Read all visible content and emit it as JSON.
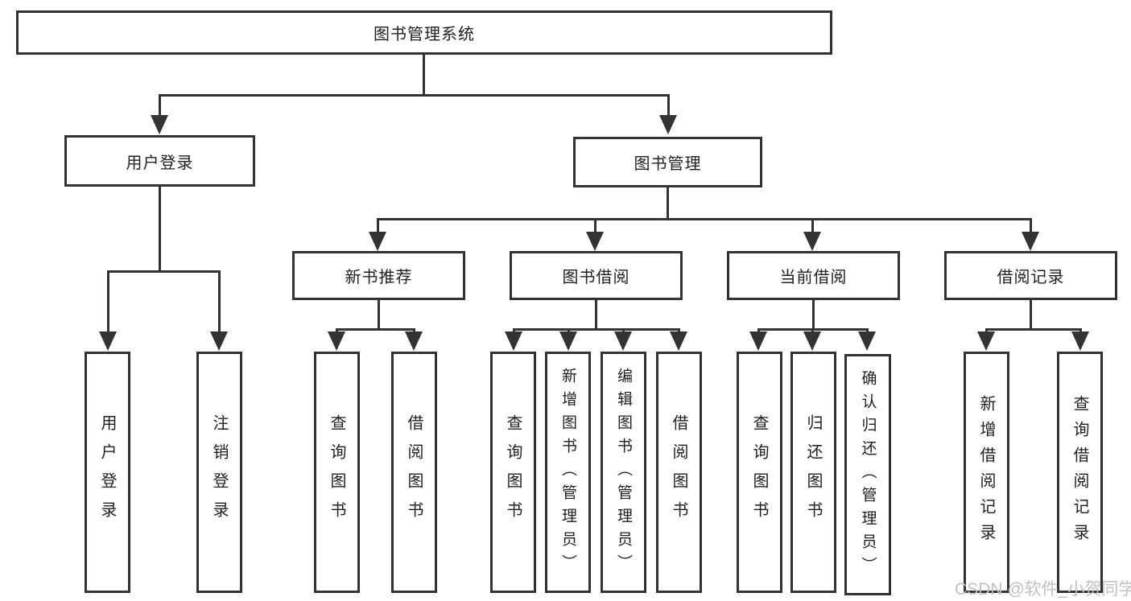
{
  "diagram_title": "图书管理系统",
  "tree": {
    "root": {
      "label": "图书管理系统"
    },
    "children": [
      {
        "label": "用户登录",
        "children": [
          {
            "label": "用户登录"
          },
          {
            "label": "注销登录"
          }
        ]
      },
      {
        "label": "图书管理",
        "children": [
          {
            "label": "新书推荐",
            "children": [
              {
                "label": "查询图书"
              },
              {
                "label": "借阅图书"
              }
            ]
          },
          {
            "label": "图书借阅",
            "children": [
              {
                "label": "查询图书"
              },
              {
                "label": "新增图书（管理员）"
              },
              {
                "label": "编辑图书（管理员）"
              },
              {
                "label": "借阅图书"
              }
            ]
          },
          {
            "label": "当前借阅",
            "children": [
              {
                "label": "查询图书"
              },
              {
                "label": "归还图书"
              },
              {
                "label": "确认归还（管理员）"
              }
            ]
          },
          {
            "label": "借阅记录",
            "children": [
              {
                "label": "新增借阅记录"
              },
              {
                "label": "查询借阅记录"
              }
            ]
          }
        ]
      }
    ]
  },
  "watermark": "CSDN @软件_小贺同学",
  "colors": {
    "line": "#333333",
    "text": "#1f1f1f",
    "watermark": "#c0c0c0",
    "background": "#ffffff"
  }
}
